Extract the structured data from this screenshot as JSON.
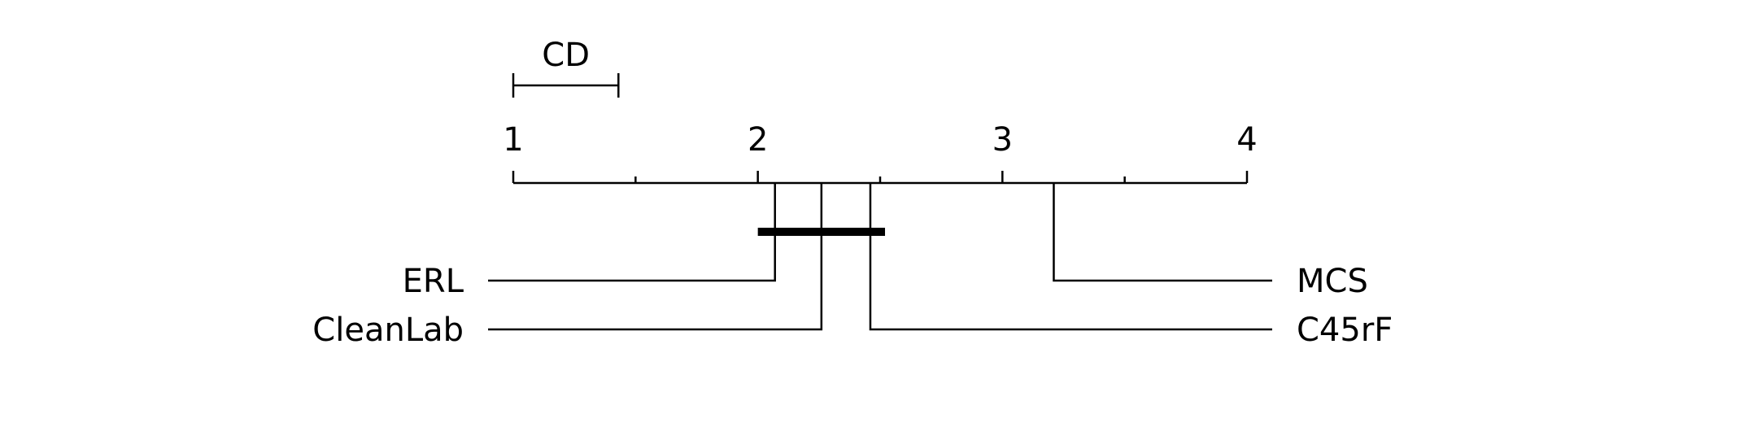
{
  "chart_data": {
    "type": "critical-difference",
    "axis": {
      "min": 1,
      "max": 4,
      "ticks": [
        1,
        2,
        3,
        4
      ],
      "minor_ticks": [
        1.5,
        2.5,
        3.5
      ]
    },
    "cd": {
      "label": "CD",
      "value": 0.43
    },
    "methods": [
      {
        "name": "ERL",
        "rank": 2.07,
        "side": "left"
      },
      {
        "name": "CleanLab",
        "rank": 2.26,
        "side": "left"
      },
      {
        "name": "C45rF",
        "rank": 2.46,
        "side": "right"
      },
      {
        "name": "MCS",
        "rank": 3.21,
        "side": "right"
      }
    ],
    "cliques": [
      {
        "from": 2.0,
        "to": 2.52
      }
    ]
  }
}
